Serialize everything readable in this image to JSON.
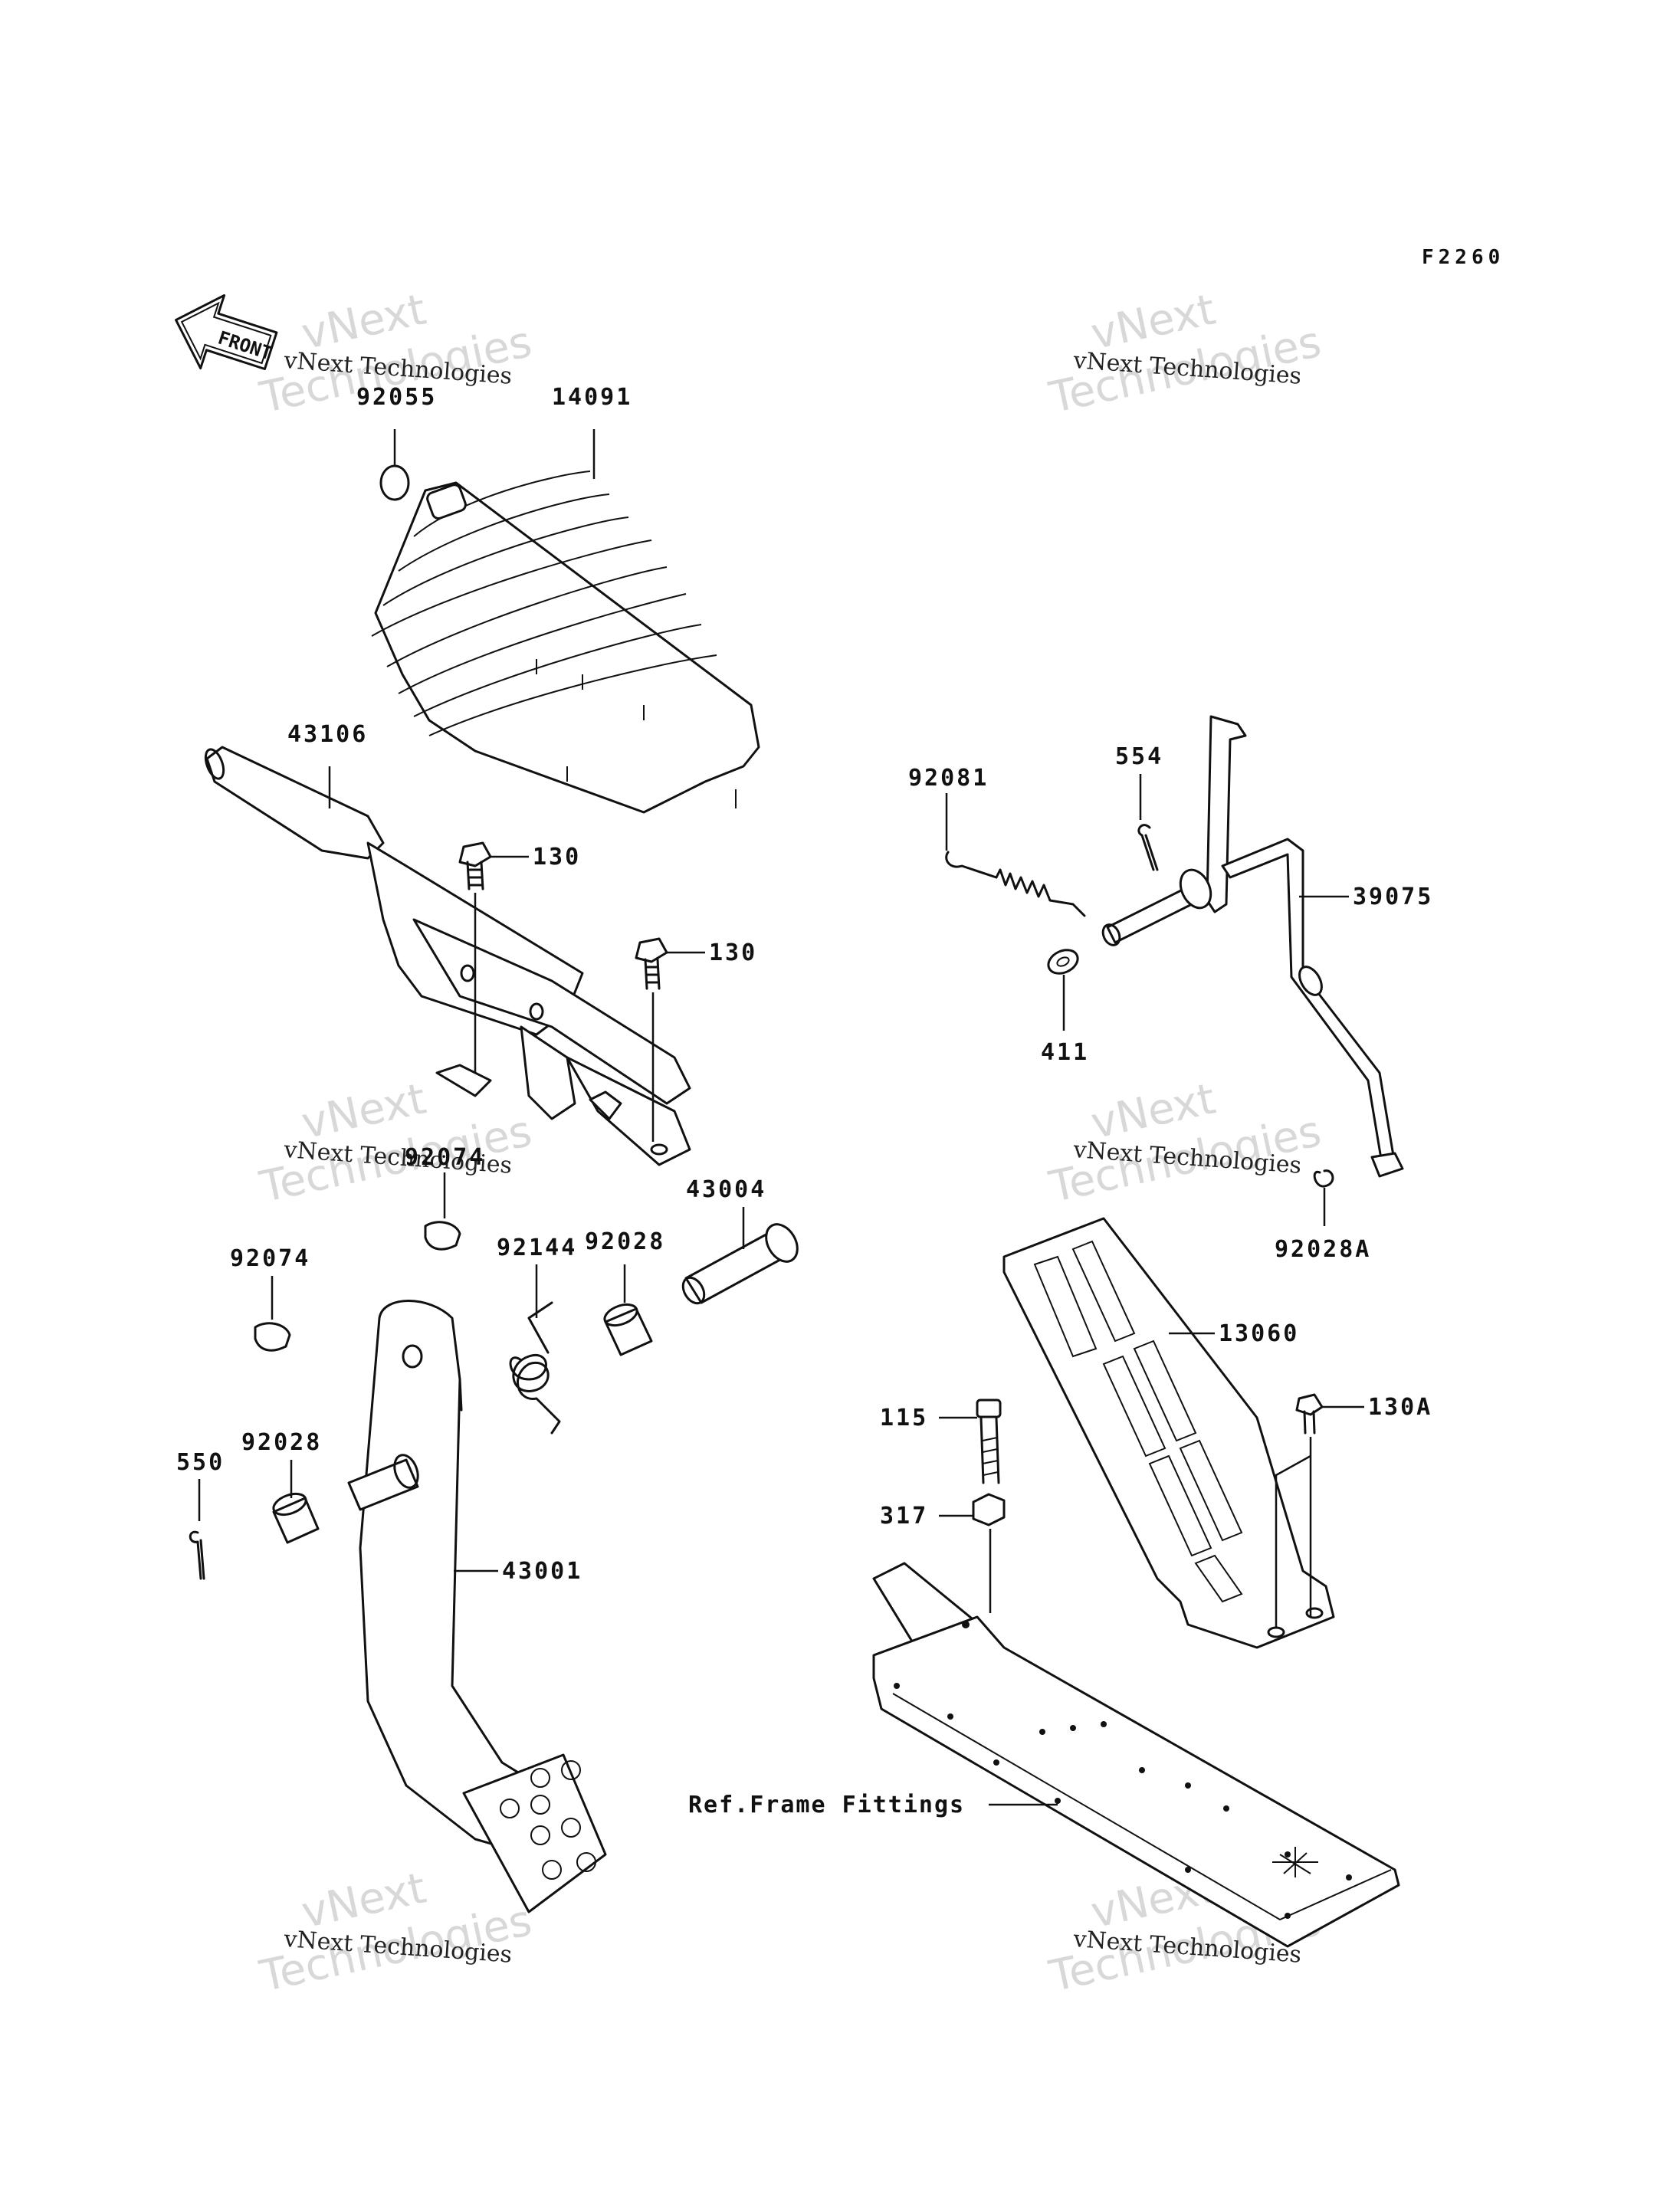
{
  "diagram_code": "F2260",
  "front_indicator": "FRONT",
  "watermark": {
    "line1": "vNext Technologies",
    "big1": "vNext",
    "big2": "Technologies"
  },
  "parts": {
    "p92055": "92055",
    "p14091": "14091",
    "p43106": "43106",
    "p130a": "130",
    "p130b": "130",
    "p92074a": "92074",
    "p92074b": "92074",
    "p92144": "92144",
    "p92028a": "92028",
    "p43004": "43004",
    "p92028b": "92028",
    "p550": "550",
    "p43001": "43001",
    "p92081": "92081",
    "p554": "554",
    "p39075": "39075",
    "p411": "411",
    "p92028A": "92028A",
    "p13060": "13060",
    "p130A": "130A",
    "p115": "115",
    "p317": "317",
    "ref_frame": "Ref.Frame Fittings"
  }
}
